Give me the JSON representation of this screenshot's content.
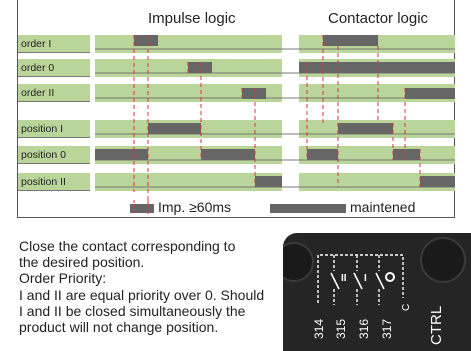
{
  "columns": {
    "impulse_title": "Impulse logic",
    "contactor_title": "Contactor logic"
  },
  "rows": [
    {
      "label": "order I"
    },
    {
      "label": "order 0"
    },
    {
      "label": "order II"
    },
    {
      "label": "position I"
    },
    {
      "label": "position 0"
    },
    {
      "label": "position II"
    }
  ],
  "legend": {
    "impulse": "Imp. ≥60ms",
    "maintained": "maintened"
  },
  "description": {
    "line1": "Close the contact corresponding to",
    "line2": "the desired position.",
    "line3": "Order Priority:",
    "line4": "I and II are equal priority over 0. Should",
    "line5": "I and II be closed simultaneously the",
    "line6": "product will not change position."
  },
  "device": {
    "terminals": [
      "314",
      "315",
      "316",
      "317"
    ],
    "switch_labels": [
      "II",
      "I"
    ],
    "c_label": "C",
    "ctrl_label": "CTRL"
  },
  "colors": {
    "row_label_bg": "#b9d59a",
    "track": "#b9d59a",
    "pulse": "#666666",
    "marker": "#e0323c"
  }
}
